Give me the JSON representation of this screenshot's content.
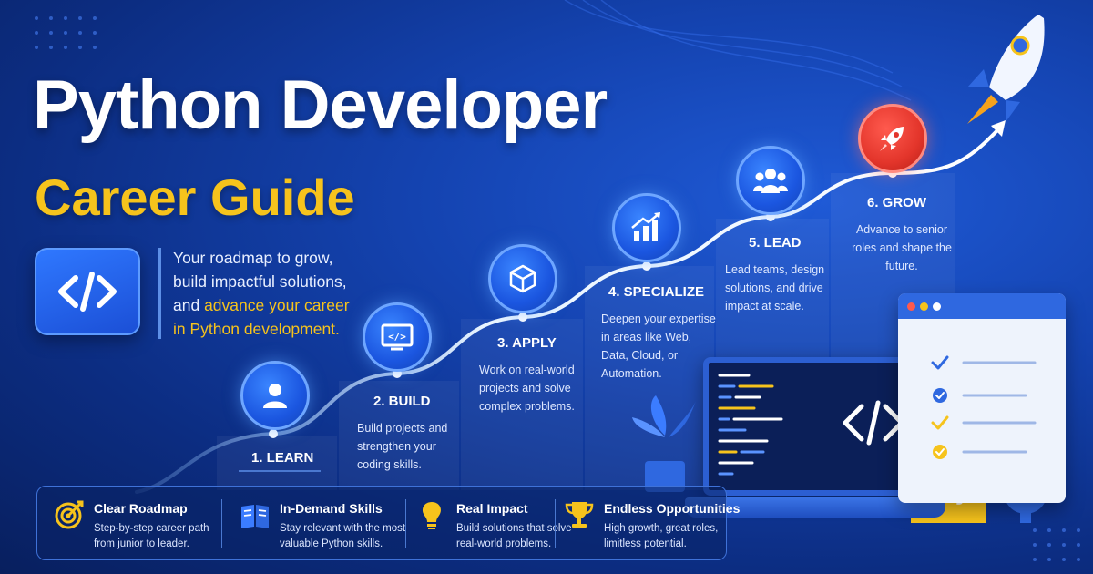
{
  "title": {
    "main": "Python Developer",
    "sub": "Career Guide"
  },
  "tagline": {
    "line1": "Your roadmap to grow,",
    "line2": "build impactful solutions,",
    "line3_pre": "and ",
    "line3_hl": "advance your career",
    "line4": "in Python development."
  },
  "steps": [
    {
      "title": "1. LEARN",
      "icon": "user-icon",
      "desc": ""
    },
    {
      "title": "2. BUILD",
      "icon": "code-window-icon",
      "desc": "Build projects and strengthen your coding skills."
    },
    {
      "title": "3. APPLY",
      "icon": "cube-icon",
      "desc": "Work on real-world projects and solve complex problems."
    },
    {
      "title": "4. SPECIALIZE",
      "icon": "growth-chart-icon",
      "desc": "Deepen your expertise in areas like Web, Data, Cloud, or Automation."
    },
    {
      "title": "5. LEAD",
      "icon": "team-icon",
      "desc": "Lead teams, design solutions, and drive impact at scale."
    },
    {
      "title": "6. GROW",
      "icon": "rocket-icon",
      "desc": "Advance to senior roles and shape the future."
    }
  ],
  "features": [
    {
      "title": "Clear Roadmap",
      "desc": "Step-by-step career path from junior to leader.",
      "icon": "target-icon"
    },
    {
      "title": "In-Demand Skills",
      "desc": "Stay relevant with the most valuable Python skills.",
      "icon": "book-icon"
    },
    {
      "title": "Real Impact",
      "desc": "Build solutions that solve real-world problems.",
      "icon": "lightbulb-icon"
    },
    {
      "title": "Endless Opportunities",
      "desc": "High growth, great roles, limitless potential.",
      "icon": "trophy-icon"
    }
  ],
  "colors": {
    "accent": "#f6c31c",
    "primary": "#1b56e0",
    "rocket_red": "#e3352b",
    "background": "#1443b0"
  }
}
